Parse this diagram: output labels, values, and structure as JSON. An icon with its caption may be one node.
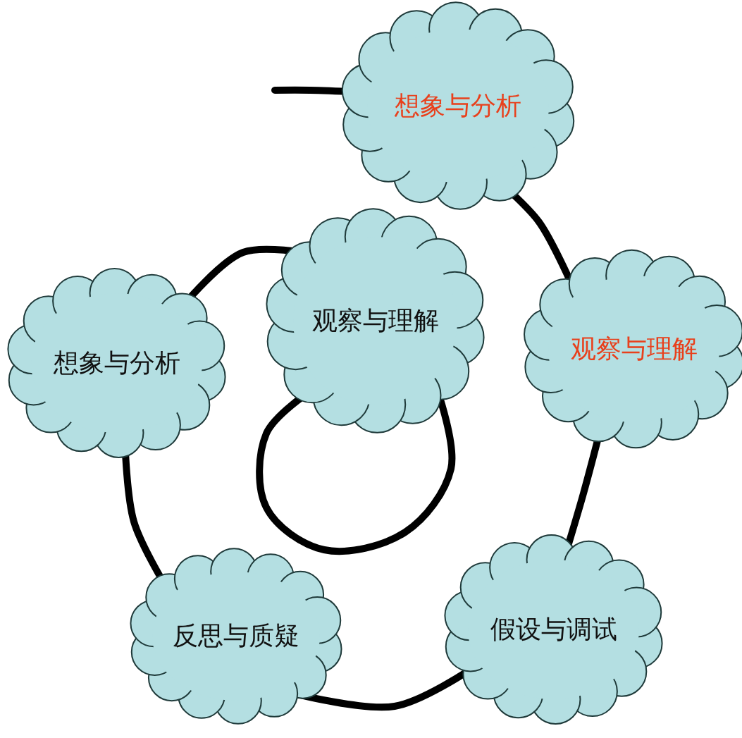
{
  "diagram": {
    "nodes": [
      {
        "text": [
          "想象与分析"
        ]
      },
      {
        "text": [
          "观察与理解"
        ]
      },
      {
        "text": [
          "想象与分析"
        ]
      },
      {
        "text": [
          "观察与理解"
        ]
      },
      {
        "text": [
          "反思与质疑"
        ]
      },
      {
        "text": [
          "假设与调试"
        ]
      }
    ],
    "edges": [
      {
        "from": null,
        "to": 0,
        "arrow": "none"
      },
      {
        "from": 0,
        "to": 3,
        "arrow": "none"
      },
      {
        "from": 3,
        "to": 5,
        "arrow": "none"
      },
      {
        "from": 5,
        "to": 4,
        "arrow": "none"
      },
      {
        "from": 4,
        "to": 2,
        "arrow": "none"
      },
      {
        "from": 2,
        "to": 1,
        "arrow": "none"
      },
      {
        "from": 1,
        "to": 1,
        "arrow": "none"
      }
    ]
  }
}
